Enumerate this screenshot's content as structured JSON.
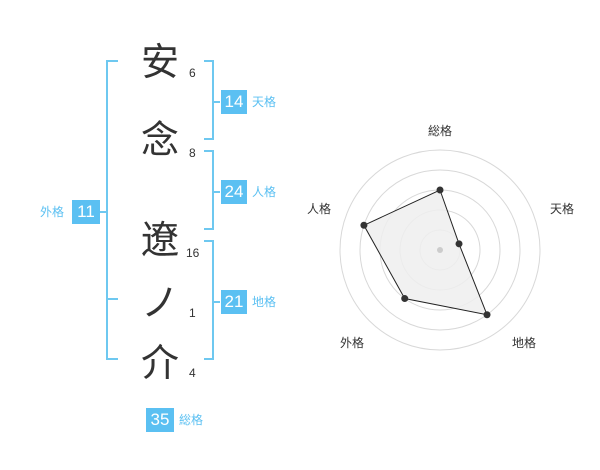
{
  "name": {
    "chars": [
      {
        "char": "安",
        "strokes": "6"
      },
      {
        "char": "念",
        "strokes": "8"
      },
      {
        "char": "遼",
        "strokes": "16"
      },
      {
        "char": "ノ",
        "strokes": "1"
      },
      {
        "char": "介",
        "strokes": "4"
      }
    ]
  },
  "kaku": {
    "tenkaku": {
      "label": "天格",
      "value": "14"
    },
    "jinkaku": {
      "label": "人格",
      "value": "24"
    },
    "chikaku": {
      "label": "地格",
      "value": "21"
    },
    "gaikaku": {
      "label": "外格",
      "value": "11"
    },
    "soukaku": {
      "label": "総格",
      "value": "35"
    }
  },
  "colors": {
    "accent": "#5bc0f2",
    "bracket": "#6ec8f0",
    "text": "#333333"
  },
  "radar": {
    "labels": {
      "top": "総格",
      "right": "天格",
      "bottom_right": "地格",
      "bottom_left": "外格",
      "left": "人格"
    },
    "rings": 5,
    "scores": [
      3,
      1,
      4,
      3,
      4
    ]
  }
}
